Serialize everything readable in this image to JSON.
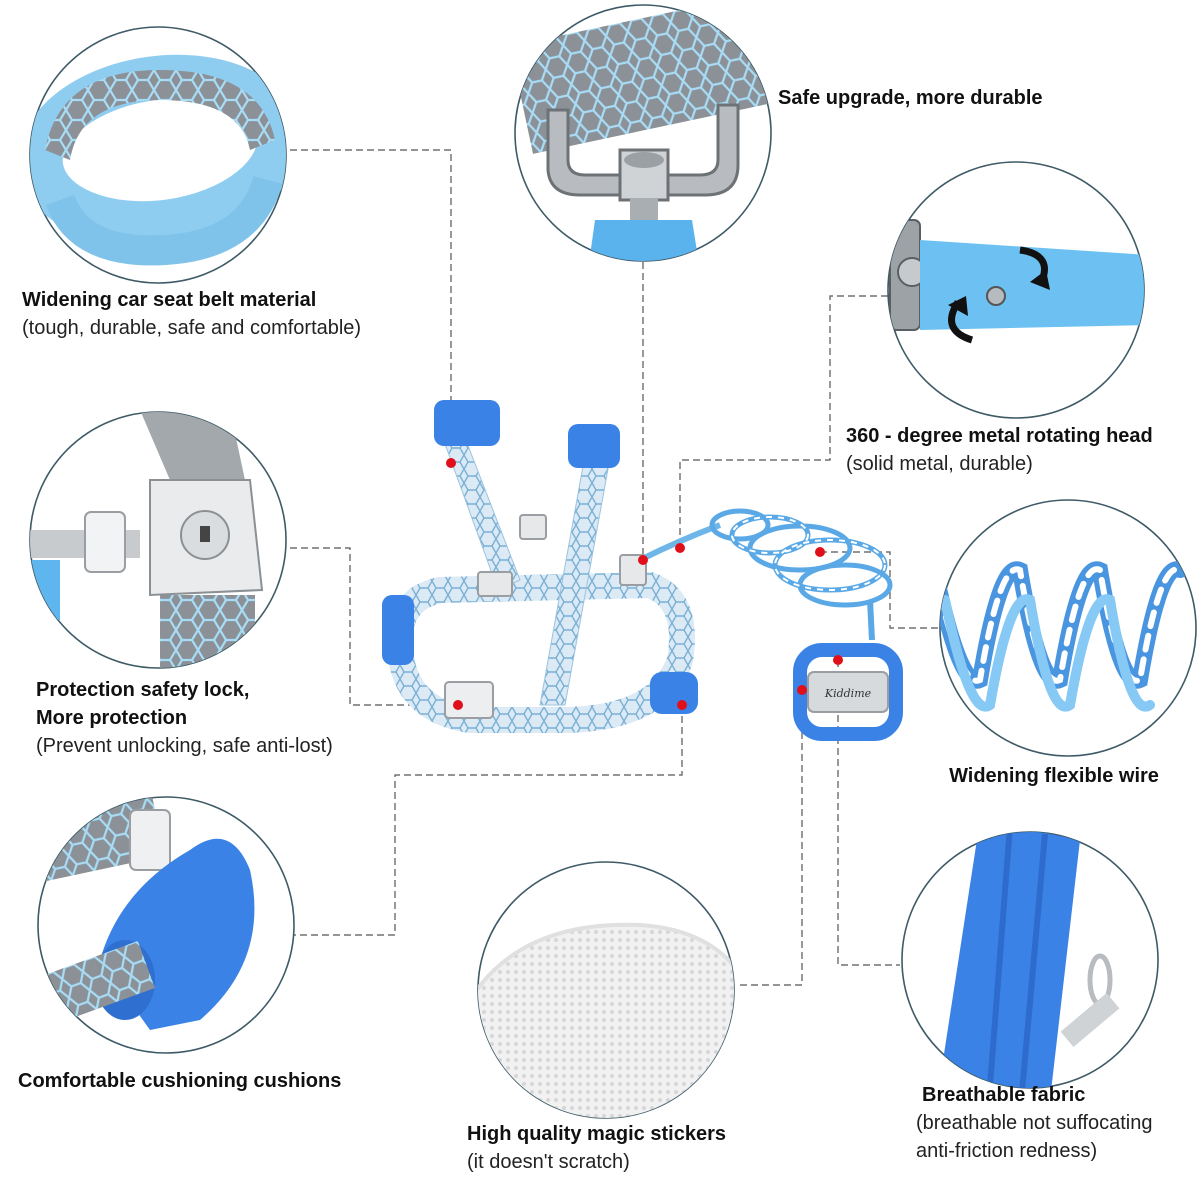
{
  "features": [
    {
      "id": "seatbelt",
      "title": "Widening car seat belt material",
      "lines": [
        "(tough, durable, safe and comfortable)"
      ]
    },
    {
      "id": "buckle",
      "title": "Safe upgrade, more durable",
      "lines": []
    },
    {
      "id": "rotating",
      "title": "360 - degree metal rotating head",
      "lines": [
        "(solid metal, durable)"
      ]
    },
    {
      "id": "lock",
      "title": "Protection safety lock,",
      "title2": "More protection",
      "lines": [
        "(Prevent unlocking, safe anti-lost)"
      ]
    },
    {
      "id": "wire",
      "title": "Widening flexible wire",
      "lines": []
    },
    {
      "id": "cushion",
      "title": "Comfortable cushioning cushions",
      "lines": []
    },
    {
      "id": "velcro",
      "title": "High quality magic stickers",
      "lines": [
        "(it doesn't scratch)"
      ]
    },
    {
      "id": "fabric",
      "title": "Breathable fabric",
      "lines": [
        "(breathable not suffocating",
        "anti-friction redness)"
      ]
    }
  ],
  "colors": {
    "accent_blue": "#3b82e6",
    "light_blue": "#8fcdf0",
    "grey": "#8a8f93",
    "marker": "#e0101a"
  },
  "wristband_brand": "Kiddime"
}
